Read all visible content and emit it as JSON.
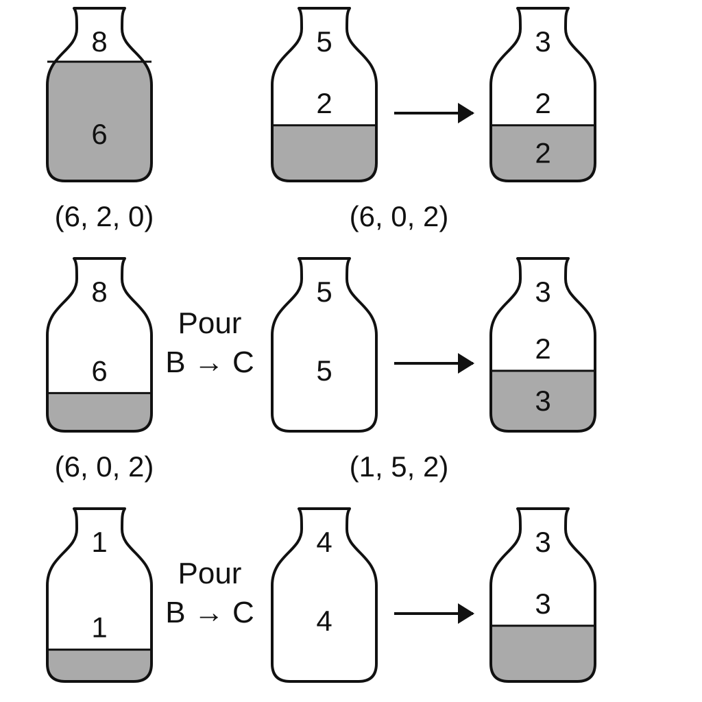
{
  "colors": {
    "outline": "#111111",
    "liquid": "#aaaaaa",
    "background": "#ffffff"
  },
  "rows": [
    {
      "jugs": [
        {
          "top_label": "8",
          "level_label": "6",
          "fill_fraction": 0.75
        },
        {
          "top_label": "5",
          "level_label": "2",
          "fill_fraction": 0.35
        },
        {
          "top_label": "3",
          "level_label": "2",
          "bottom_label": "2",
          "fill_fraction": 0.35
        }
      ],
      "pour_label": {
        "line1": "",
        "line2": ""
      },
      "captions": [
        "(6, 2, 0)",
        "(6, 0, 2)"
      ]
    },
    {
      "jugs": [
        {
          "top_label": "8",
          "level_label": "6",
          "fill_fraction": 0.24
        },
        {
          "top_label": "5",
          "level_label": "5",
          "fill_fraction": 0
        },
        {
          "top_label": "3",
          "level_label": "2",
          "bottom_label": "3",
          "fill_fraction": 0.38
        }
      ],
      "pour_label": {
        "line1": "Pour",
        "line2": "B → C"
      },
      "captions": [
        "(6, 0, 2)",
        "(1, 5, 2)"
      ]
    },
    {
      "jugs": [
        {
          "top_label": "1",
          "level_label": "1",
          "fill_fraction": 0.2
        },
        {
          "top_label": "4",
          "level_label": "4",
          "fill_fraction": 0
        },
        {
          "top_label": "3",
          "level_label": "3",
          "fill_fraction": 0.35
        }
      ],
      "pour_label": {
        "line1": "Pour",
        "line2": "B → C"
      },
      "captions": [
        "",
        ""
      ]
    }
  ]
}
